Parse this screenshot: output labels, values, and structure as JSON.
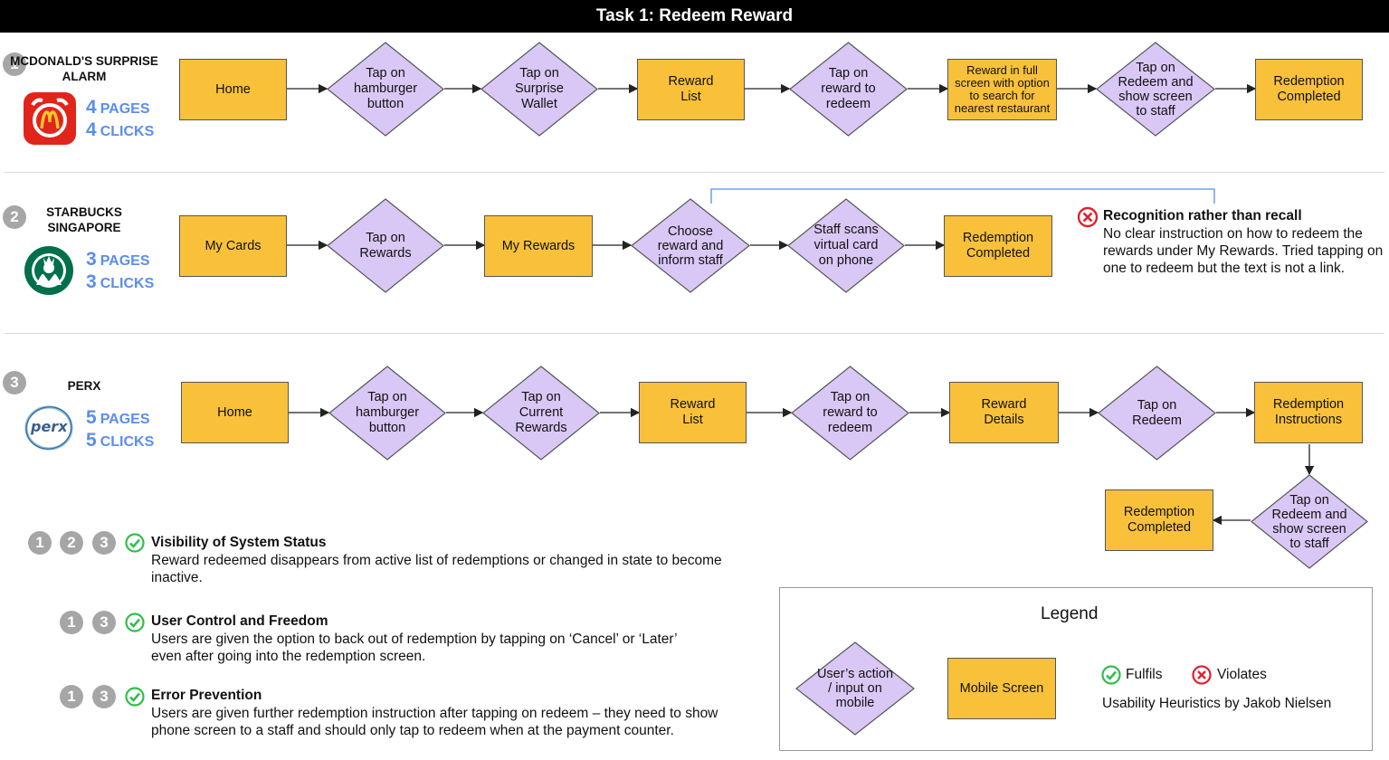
{
  "title": "Task 1: Redeem Reward",
  "colors": {
    "screen": "#f9c13a",
    "action": "#d9c8f5",
    "accent": "#5b8def",
    "check": "#2fbf4a",
    "cross": "#e0202e"
  },
  "rows": [
    {
      "number": "1",
      "app_name": "MCDONALD'S SURPRISE ALARM",
      "app_icon": "mcdonalds-alarm-icon",
      "pages_count": "4",
      "pages_label": "PAGES",
      "clicks_count": "4",
      "clicks_label": "CLICKS",
      "nodes": [
        "Home",
        "Tap on hamburger button",
        "Tap on Surprise Wallet",
        "Reward List",
        "Tap on reward to redeem",
        "Reward in full screen with option to search for nearest restaurant",
        "Tap on Redeem and show screen to staff",
        "Redemption Completed"
      ]
    },
    {
      "number": "2",
      "app_name": "STARBUCKS SINGAPORE",
      "app_icon": "starbucks-siren-icon",
      "pages_count": "3",
      "pages_label": "PAGES",
      "clicks_count": "3",
      "clicks_label": "CLICKS",
      "nodes": [
        "My Cards",
        "Tap on Rewards",
        "My Rewards",
        "Choose reward and inform staff",
        "Staff scans virtual card on phone",
        "Redemption Completed"
      ],
      "note": {
        "title": "Recognition rather than recall",
        "text": "No clear instruction on how to redeem the rewards under My Rewards. Tried tapping on one to redeem but the text is not a link."
      }
    },
    {
      "number": "3",
      "app_name": "PERX",
      "app_icon": "perx-logo-icon",
      "pages_count": "5",
      "pages_label": "PAGES",
      "clicks_count": "5",
      "clicks_label": "CLICKS",
      "nodes": [
        "Home",
        "Tap on hamburger button",
        "Tap on Current Rewards",
        "Reward List",
        "Tap on reward to redeem",
        "Reward Details",
        "Tap on Redeem",
        "Redemption Instructions",
        "Tap on Redeem and show screen to staff",
        "Redemption Completed"
      ]
    }
  ],
  "heuristics": [
    {
      "badges": [
        "1",
        "2",
        "3"
      ],
      "title": "Visibility of System Status",
      "desc": "Reward redeemed disappears from active list of redemptions or changed in state to become inactive."
    },
    {
      "badges": [
        "1",
        "3"
      ],
      "title": "User Control and Freedom",
      "desc": "Users are given the option to back out of redemption by tapping on ‘Cancel’ or ‘Later’ even after going into the redemption screen."
    },
    {
      "badges": [
        "1",
        "3"
      ],
      "title": "Error Prevention",
      "desc": "Users are given further redemption instruction after tapping on redeem – they need to show phone screen to a staff and should only tap to redeem when at the payment counter."
    }
  ],
  "legend": {
    "title": "Legend",
    "action_label": "User’s action / input on mobile",
    "screen_label": "Mobile Screen",
    "fulfils_label": "Fulfils",
    "violates_label": "Violates",
    "source": "Usability Heuristics by Jakob Nielsen"
  }
}
